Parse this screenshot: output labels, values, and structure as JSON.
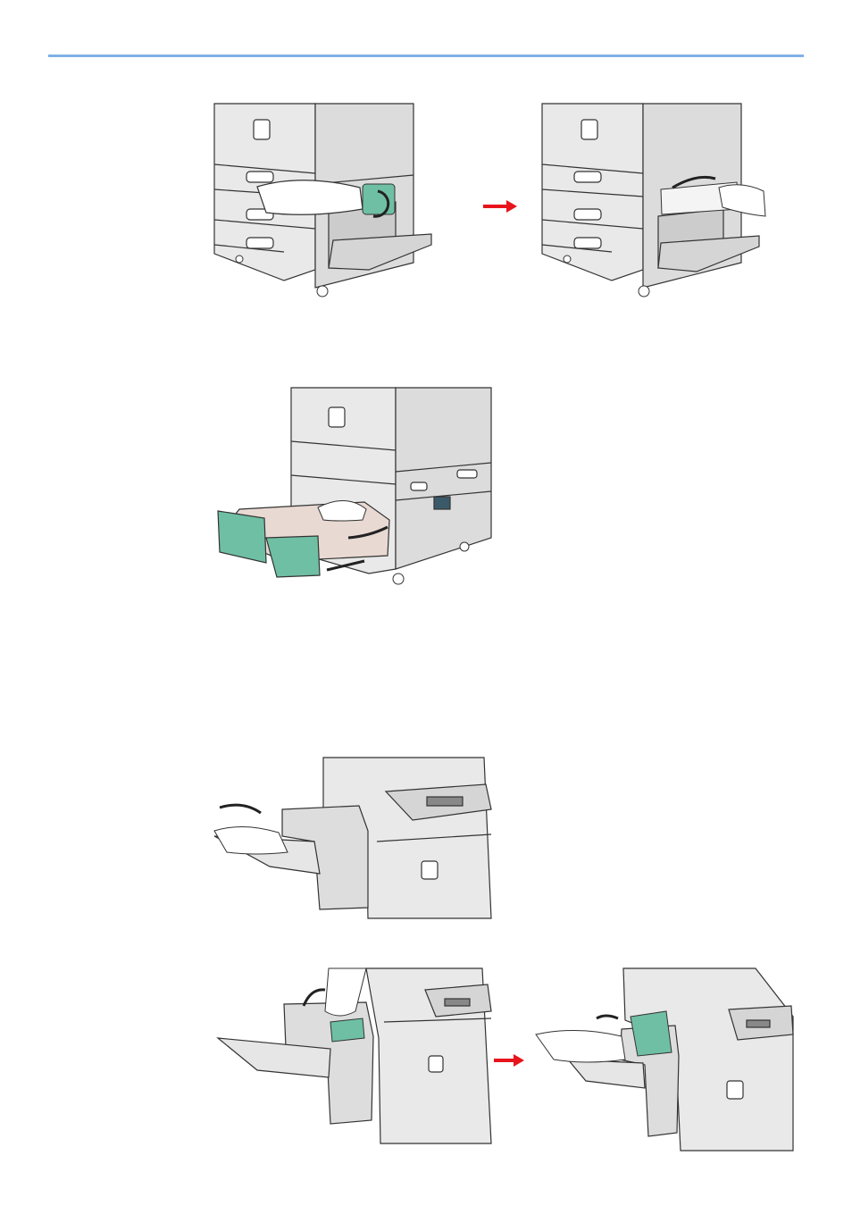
{
  "page": {
    "header_rule_color": "#7fb0e6",
    "arrow_color": "#e8141c",
    "panel_green": "#6fbfa4",
    "machine_grey": "#e6e6e6",
    "line_color": "#333333"
  },
  "figures": [
    {
      "name": "illus-open-lower-right-cover",
      "icon": "printer-cabinet-lever-icon"
    },
    {
      "name": "illus-remove-jammed-paper-right",
      "icon": "printer-cabinet-paper-icon"
    },
    {
      "name": "illus-pull-out-cassette",
      "icon": "printer-cassette-drawer-icon"
    },
    {
      "name": "illus-pull-document-finisher",
      "icon": "printer-finisher-slide-icon"
    },
    {
      "name": "illus-open-finisher-top-cover",
      "icon": "printer-finisher-open-icon"
    },
    {
      "name": "illus-remove-paper-finisher",
      "icon": "printer-finisher-paper-icon"
    }
  ]
}
